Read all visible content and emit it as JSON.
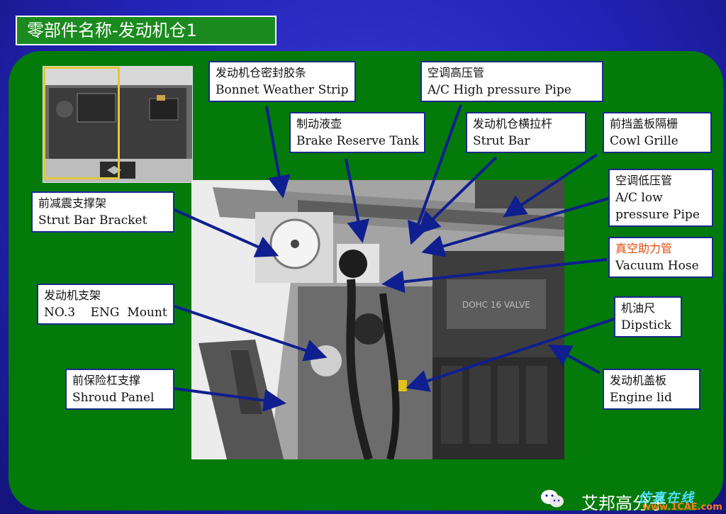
{
  "title": "零部件名称-发动机仓1",
  "labels": {
    "bonnet_weather_strip": {
      "zh": "发动机仓密封胶条",
      "en": "Bonnet Weather Strip"
    },
    "ac_high_pressure_pipe": {
      "zh": "空调高压管",
      "en": "A/C High pressure Pipe"
    },
    "brake_reserve_tank": {
      "zh": "制动液壶",
      "en": "Brake Reserve Tank"
    },
    "strut_bar": {
      "zh": "发动机仓横拉杆",
      "en": "Strut Bar"
    },
    "cowl_grille": {
      "zh": "前挡盖板隔栅",
      "en": "Cowl Grille"
    },
    "ac_low_pressure_pipe": {
      "zh": "空调低压管",
      "en1": "A/C low",
      "en2": "pressure Pipe"
    },
    "strut_bar_bracket": {
      "zh": "前减震支撑架",
      "en": "Strut Bar Bracket"
    },
    "vacuum_hose": {
      "zh": "真空助力管",
      "en": "Vacuum Hose"
    },
    "eng_mount": {
      "zh": "发动机支架",
      "en": "NO.3    ENG  Mount"
    },
    "dipstick": {
      "zh": "机油尺",
      "en": "Dipstick"
    },
    "shroud_panel": {
      "zh": "前保险杠支撑",
      "en": "Shroud Panel"
    },
    "engine_lid": {
      "zh": "发动机盖板",
      "en": "Engine lid"
    }
  },
  "footer": {
    "account": "艾邦高分子",
    "watermark_top": "仿真在线",
    "watermark_bottom": "www.1CAE.com"
  },
  "engine_badge_text": "DOHC 16 VALVE",
  "colors": {
    "title_bg": "#1b8a1f",
    "panel_bg": "#047a0a",
    "page_bg": "#2323b8",
    "arrow": "#0f1f8f",
    "highlight_zh": "#e04a0a"
  }
}
